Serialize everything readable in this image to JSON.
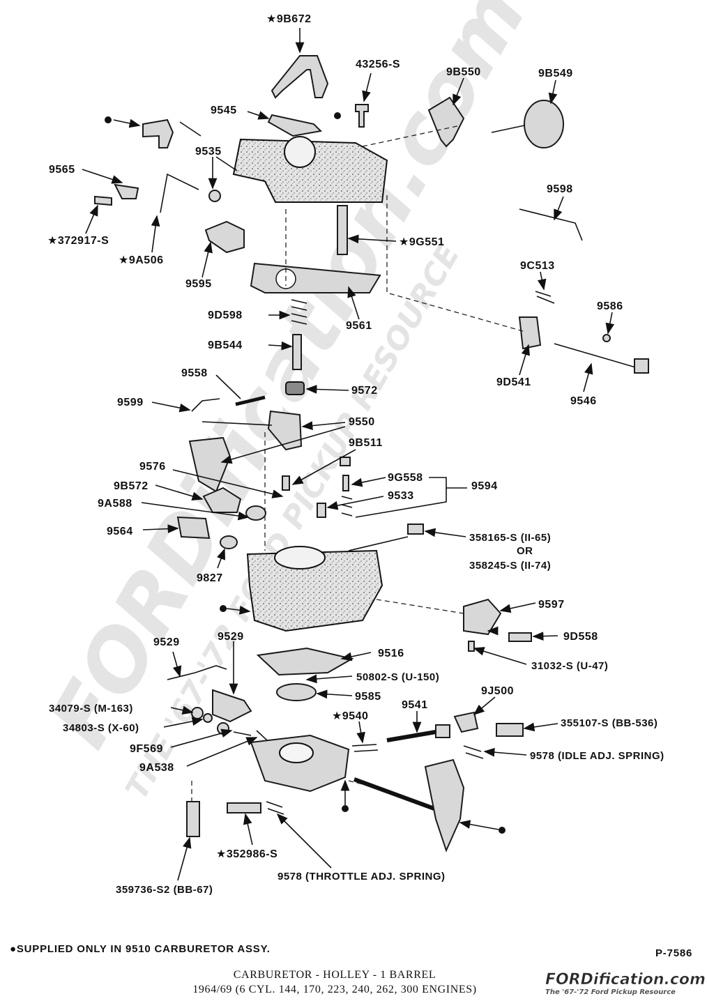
{
  "diagram": {
    "part_labels": {
      "p9B672": "★9B672",
      "p43256S": "43256-S",
      "p9B550": "9B550",
      "p9B549": "9B549",
      "p9545": "9545",
      "p9535": "9535",
      "p9565": "9565",
      "p372917S": "★372917-S",
      "p9A506": "★9A506",
      "p9595": "9595",
      "p9G551": "★9G551",
      "p9598": "9598",
      "p9C513": "9C513",
      "p9586": "9586",
      "p9D598": "9D598",
      "p9561": "9561",
      "p9B544": "9B544",
      "p9D541": "9D541",
      "p9546": "9546",
      "p9558": "9558",
      "p9572": "9572",
      "p9599": "9599",
      "p9550": "9550",
      "p9B511": "9B511",
      "p9576": "9576",
      "p9G558": "9G558",
      "p9594": "9594",
      "p9B572": "9B572",
      "p9533": "9533",
      "p9A588": "9A588",
      "p9564": "9564",
      "p358165S": "358165-S (II-65)",
      "pOR": "OR",
      "p358245S": "358245-S (II-74)",
      "p9827": "9827",
      "p9597": "9597",
      "p9D558": "9D558",
      "p31032S": "31032-S (U-47)",
      "p9529a": "9529",
      "p9529b": "9529",
      "p9516": "9516",
      "p50802S": "50802-S (U-150)",
      "p9585": "9585",
      "p34079S": "34079-S (M-163)",
      "p9J500": "9J500",
      "p9541": "9541",
      "p9540": "★9540",
      "p355107S": "355107-S (BB-536)",
      "p34803S": "34803-S (X-60)",
      "p9F569": "9F569",
      "p9578idle": "9578 (IDLE ADJ. SPRING)",
      "p9A538": "9A538",
      "p352986S": "★352986-S",
      "p9578throttle": "9578 (THROTTLE ADJ. SPRING)",
      "p359736S2": "359736-S2 (BB-67)"
    },
    "footnote": "●SUPPLIED ONLY IN 9510 CARBURETOR ASSY.",
    "plate_number": "P-7586",
    "caption_line1": "CARBURETOR - HOLLEY - 1 BARREL",
    "caption_line2": "1964/69 (6 CYL. 144, 170, 223, 240, 262, 300 ENGINES)",
    "watermark_main": "FORDification.com",
    "watermark_sub": "THE '67-'72 FORD PICKUP RESOURCE",
    "logo_main": "FORDification.com",
    "logo_sub": "The '67-'72 Ford Pickup Resource"
  }
}
